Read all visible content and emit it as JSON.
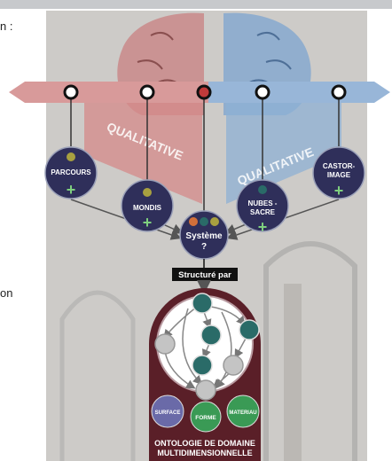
{
  "side_text_top": "n :",
  "side_text_mid": "on",
  "band_left_label": "QUALITATIVE",
  "band_right_label": "QUALITATIVE",
  "nodes": {
    "parcours": "PARCOURS",
    "mondis": "MONDIS",
    "nubes_line1": "NUBES -",
    "nubes_line2": "SACRE",
    "castor_line1": "CASTOR-",
    "castor_line2": "IMAGE"
  },
  "center": {
    "line1": "Système",
    "line2": "?"
  },
  "structure_label": "Structuré par",
  "ontology": {
    "surface": "SURFACE",
    "forme": "FORME",
    "materiau": "MATERIAU",
    "title_line1": "ONTOLOGIE DE DOMAINE",
    "title_line2": "MULTIDIMENSIONNELLE"
  },
  "colors": {
    "left_band": "#d48a8a",
    "right_band": "#8db0d4",
    "node_fill": "#2f2f5a",
    "dot_red": "#c03a3a",
    "teal": "#2a6b68",
    "ontology_frame": "#5a1f28",
    "green": "#3a9a55",
    "purple": "#6a6aa8"
  }
}
